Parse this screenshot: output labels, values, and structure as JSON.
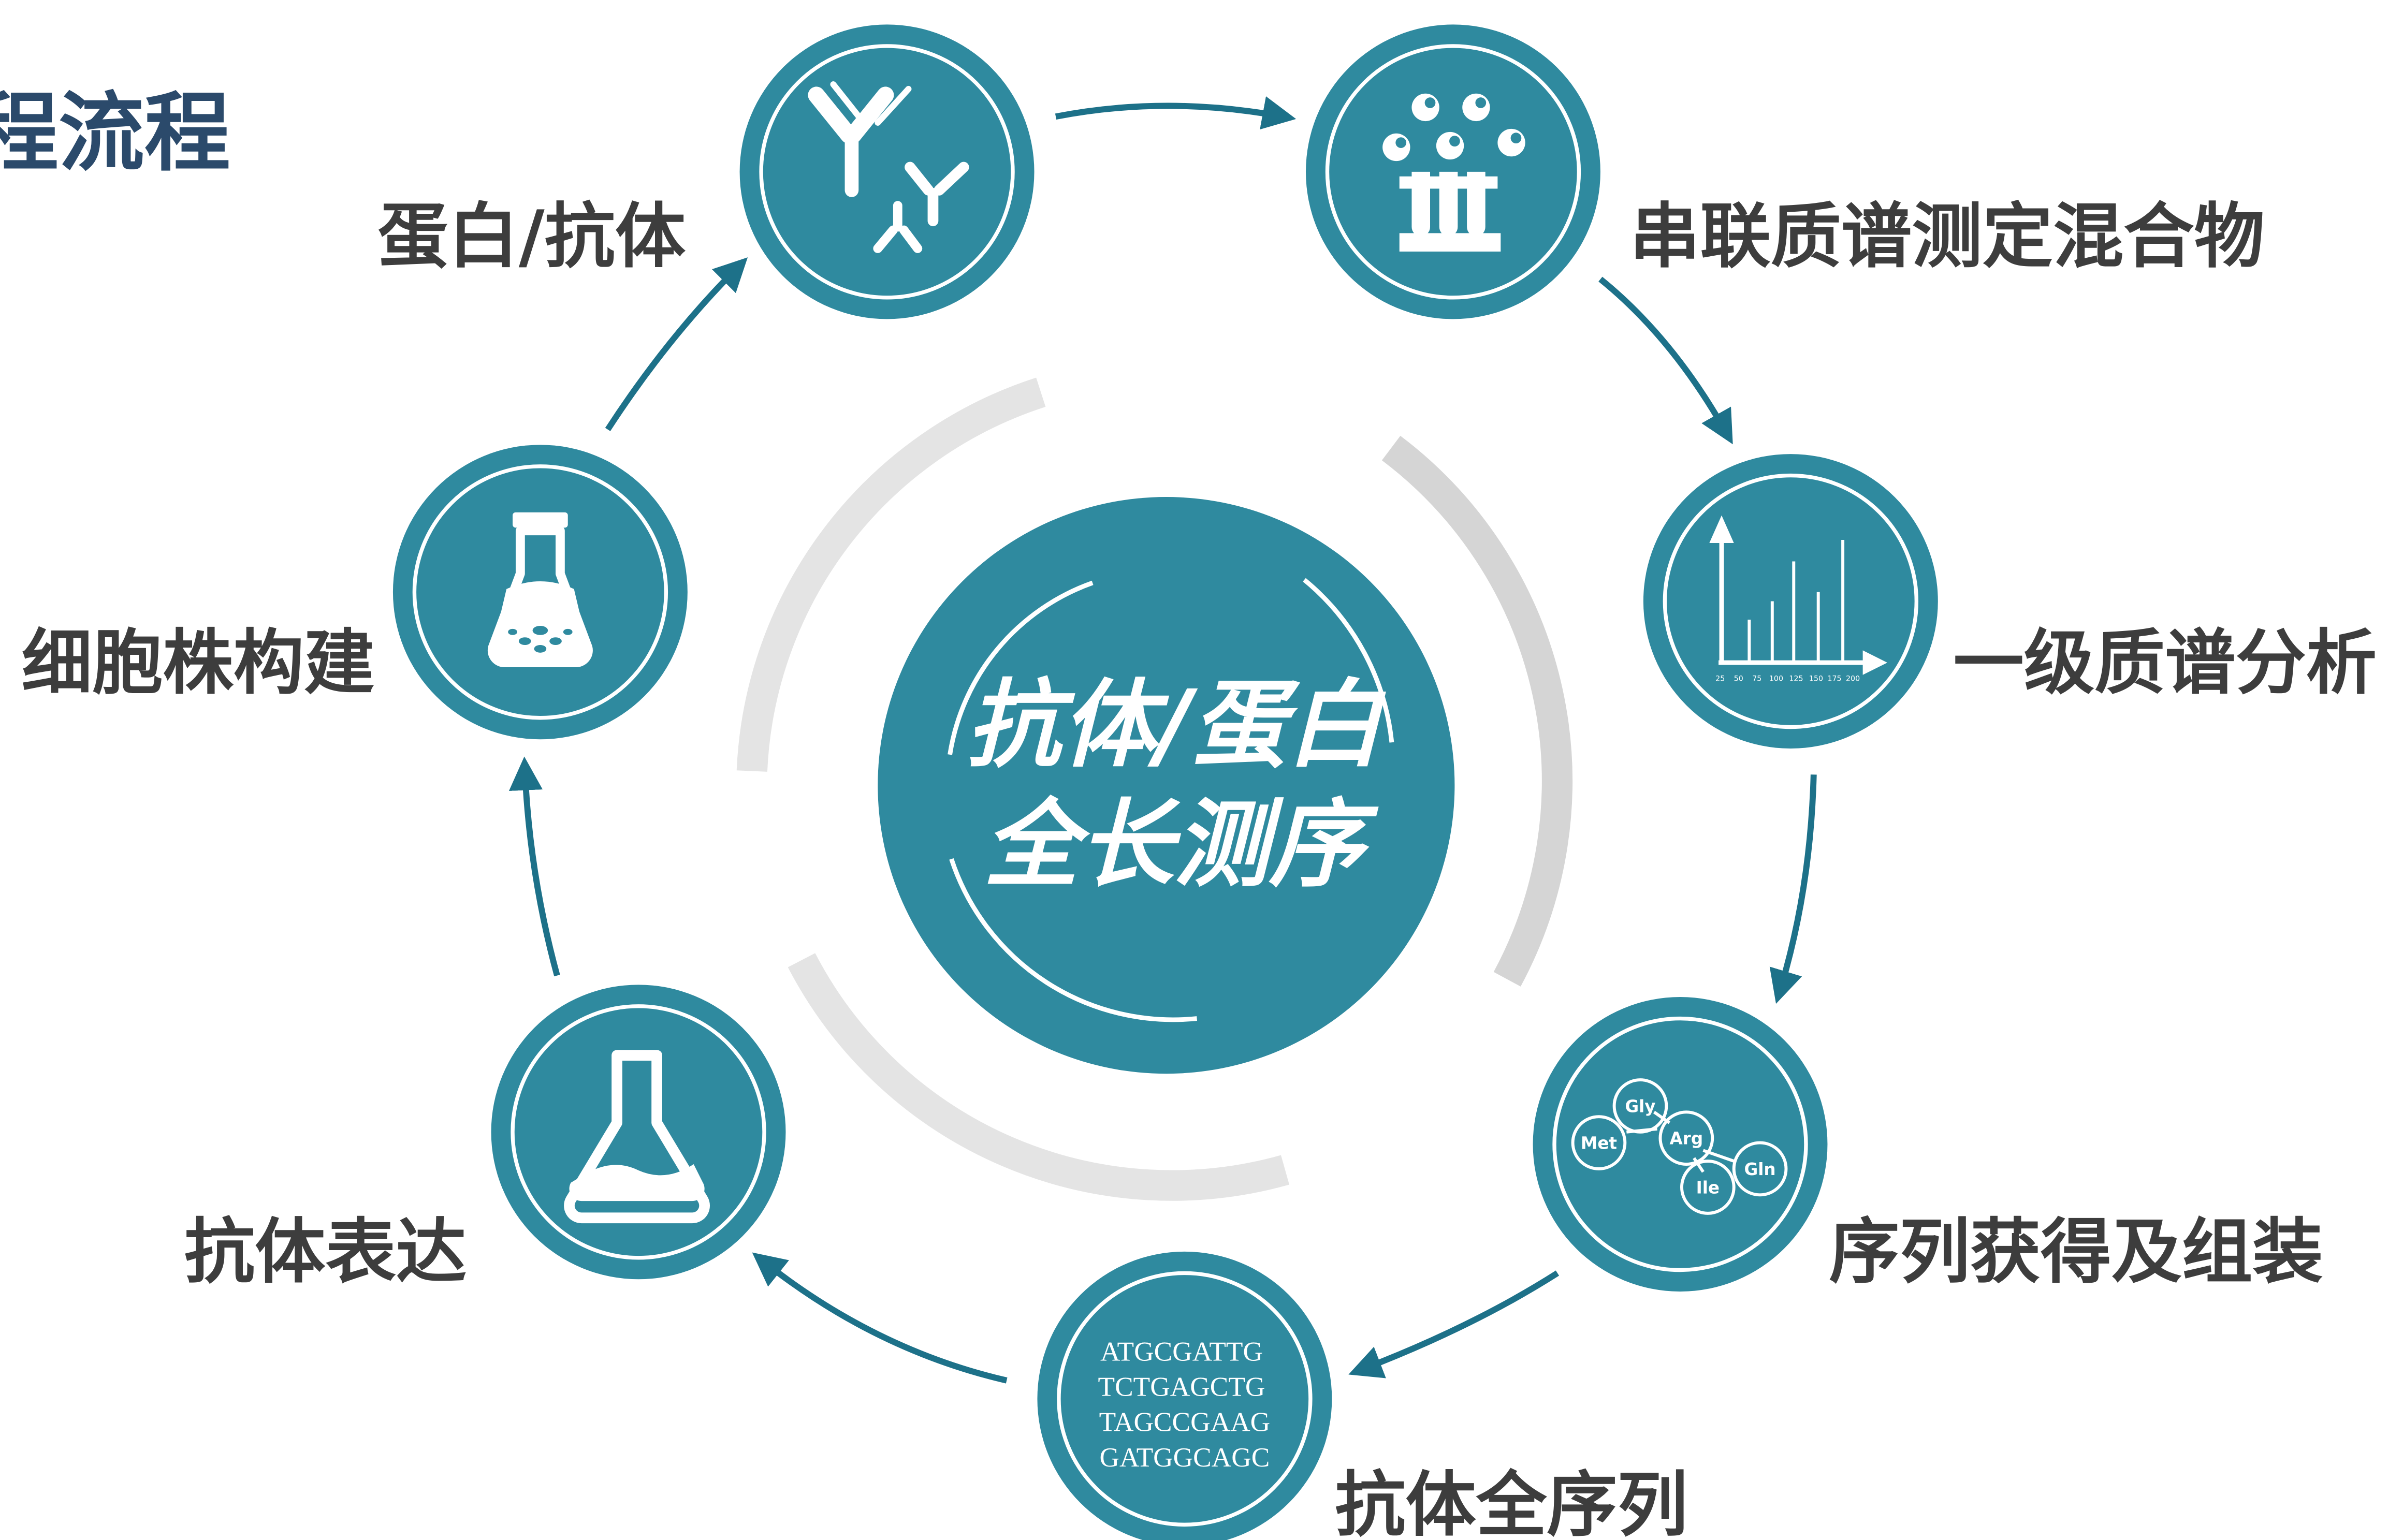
{
  "header": {
    "partial_title": "程流程"
  },
  "center": {
    "line1": "抗体/蛋白",
    "line2": "全长测序"
  },
  "steps": [
    {
      "label": "蛋白/抗体",
      "icon": "antibody-icon"
    },
    {
      "label": "串联质谱测定混合物",
      "icon": "test-tubes-icon"
    },
    {
      "label": "一级质谱分析",
      "icon": "mass-spectrum-icon"
    },
    {
      "label": "序列获得及组装",
      "icon": "amino-acids-icon"
    },
    {
      "label": "抗体全序列",
      "icon": "dna-sequence-icon"
    },
    {
      "label": "抗体表达",
      "icon": "flask-icon"
    },
    {
      "label": "细胞株构建",
      "icon": "cell-culture-flask-icon"
    }
  ],
  "spectrum_ticks": [
    "25",
    "50",
    "75",
    "100",
    "125",
    "150",
    "175",
    "200"
  ],
  "amino_acids": [
    "Gly",
    "Met",
    "Arg",
    "Ile",
    "Gln"
  ],
  "sequence_lines": [
    "ATGCGATTG",
    "TCTGAGCTG",
    "TAGCCGAAG",
    "GATGGCAGC"
  ],
  "colors": {
    "teal": "#2f8a9f",
    "arrow": "#1d7189",
    "text": "#3d3d3d",
    "title": "#2b4a6b",
    "ring": "#e4e4e4"
  }
}
